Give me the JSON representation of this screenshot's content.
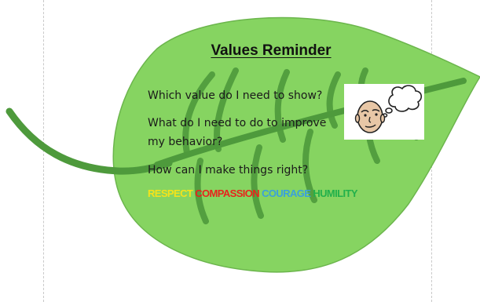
{
  "title": "Values Reminder",
  "questions": [
    "Which value do I need to show?",
    "What do I need to do to improve my behavior?",
    "How can I make things right?"
  ],
  "values": [
    {
      "label": "RESPECT",
      "color": "#f5e31a"
    },
    {
      "label": "COMPASSION",
      "color": "#e8231c"
    },
    {
      "label": "COURAGE",
      "color": "#3aa0dc"
    },
    {
      "label": "HUMILITY",
      "color": "#22b04b"
    }
  ],
  "colors": {
    "leaf_fill": "#86d461",
    "leaf_vein": "#4e9a3c",
    "background": "#ffffff"
  },
  "icons": [
    "leaf-icon",
    "thinking-face-icon"
  ]
}
